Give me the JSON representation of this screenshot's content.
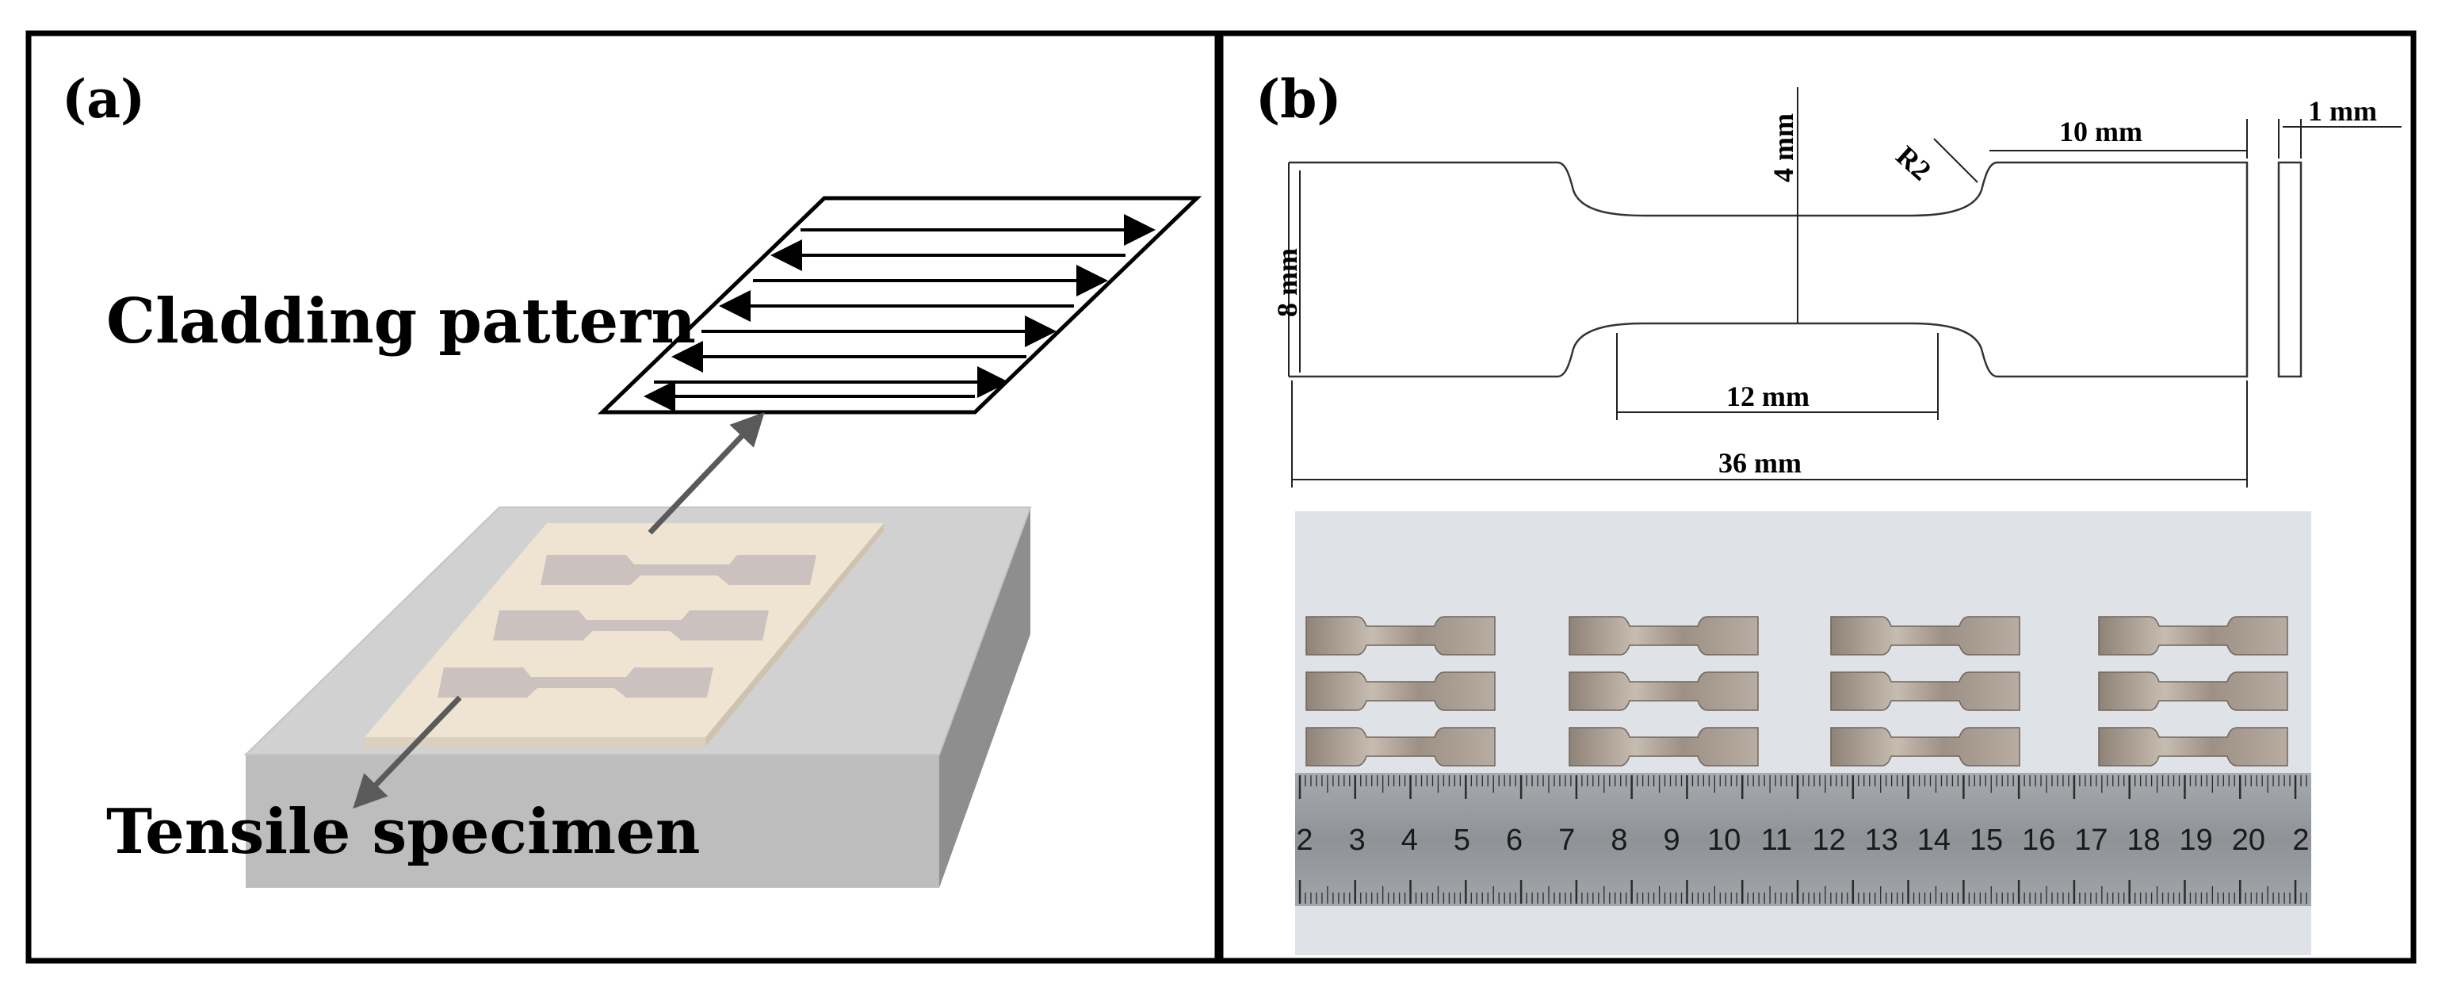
{
  "panel_a": {
    "label": "(a)",
    "cladding_label": "Cladding pattern",
    "specimen_label": "Tensile specimen"
  },
  "panel_b": {
    "label": "(b)",
    "dimensions": {
      "width": "4 mm",
      "radius": "R2",
      "grip_length": "10 mm",
      "thickness": "1 mm",
      "grip_width": "8 mm",
      "gauge_length": "12 mm",
      "total_length": "36 mm"
    },
    "ruler_numbers": [
      "2",
      "3",
      "4",
      "5",
      "6",
      "7",
      "8",
      "9",
      "10",
      "11",
      "12",
      "13",
      "14",
      "15",
      "16",
      "17",
      "18",
      "19",
      "20",
      "2"
    ]
  },
  "colors": {
    "border": "#000000",
    "block_top": "#cfcfcf",
    "block_front": "#b9b9b9",
    "block_side": "#8f8f8f",
    "plate": "#efe4d2",
    "specimen_in_plate": "#cdc3c0",
    "arrow": "#5a5a5a",
    "photo_bg": "#dfe2e6",
    "metal": "#a89a8e",
    "ruler": "#9b9ea2"
  }
}
